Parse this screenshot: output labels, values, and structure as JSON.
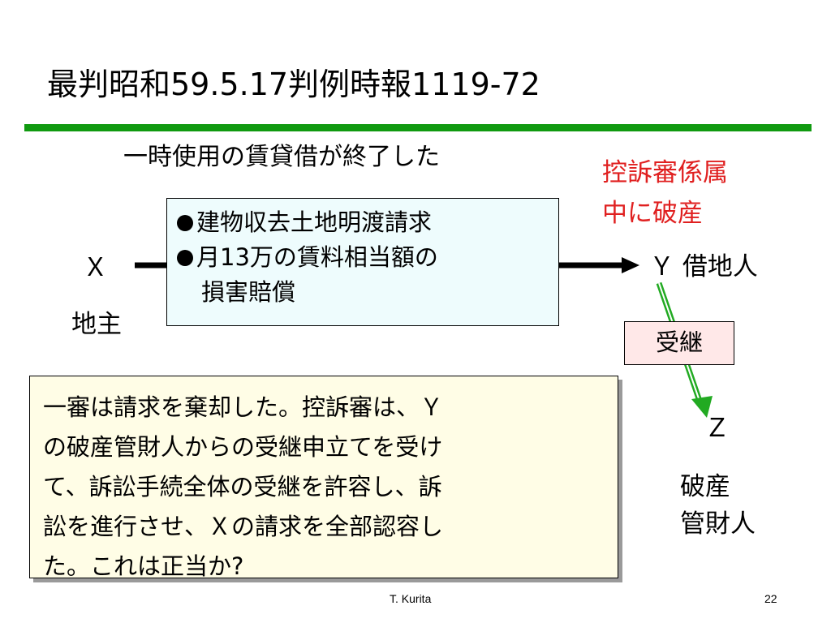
{
  "slide": {
    "title": "最判昭和59.5.17判例時報1119-72",
    "subtitle": "一時使用の賃貸借が終了した",
    "note_lines": [
      "控訴審係属",
      "中に破産"
    ],
    "claim_lines": [
      "建物収去土地明渡請求",
      "月13万の賃料相当額の",
      "損害賠償"
    ],
    "party_x": "Ｘ",
    "party_x_role": "地主",
    "party_y": "Ｙ 借地人",
    "succession_label": "受継",
    "party_z": "Ｚ",
    "party_z_role_lines": [
      "破産",
      "管財人"
    ],
    "question_lines": [
      "一審は請求を棄却した。控訴審は、Ｙ",
      "の破産管財人からの受継申立てを受け",
      "て、訴訟手続全体の受継を許容し、訴",
      "訟を進行させ、Ｘの請求を全部認容し",
      "た。これは正当か?"
    ],
    "footer_author": "T. Kurita",
    "page_number": "22"
  },
  "colors": {
    "rule": "#109a10",
    "note_text": "#e02020",
    "claim_box_fill": "#eefcfd",
    "succession_box_fill": "#ffe8e8",
    "question_box_fill": "#fffde6",
    "succession_arrow": "#22aa22"
  }
}
